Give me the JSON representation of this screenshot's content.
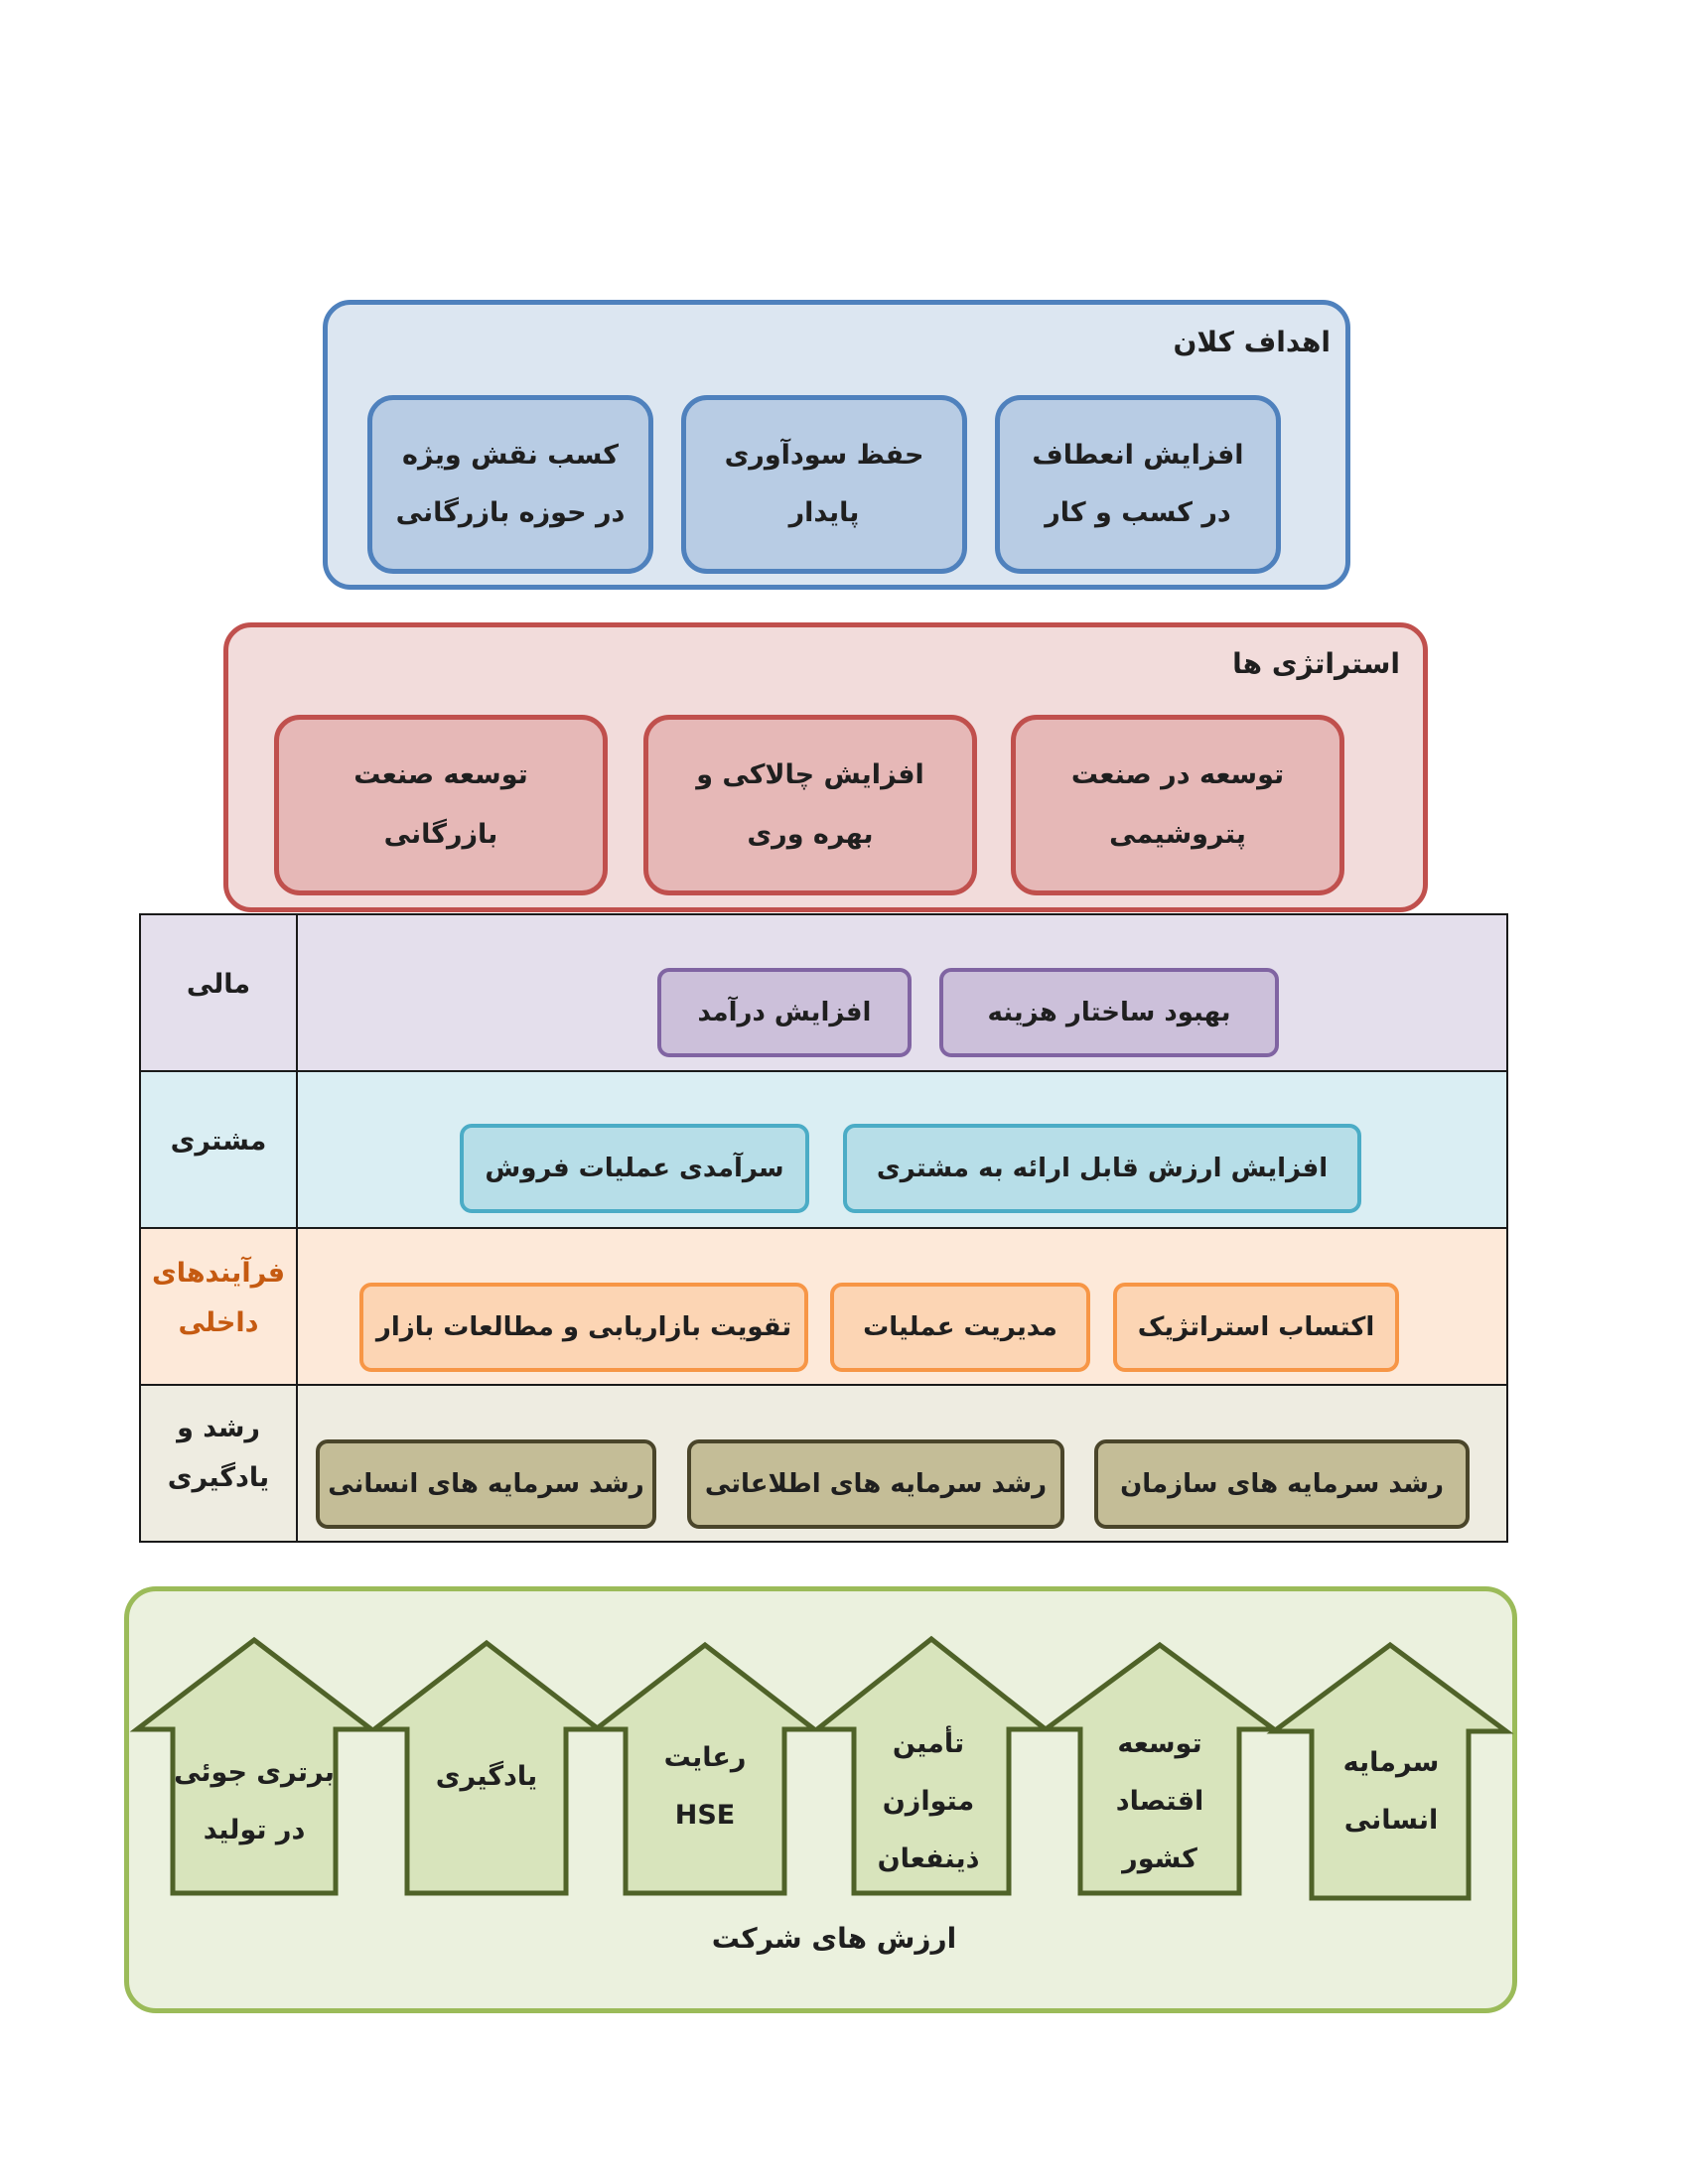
{
  "goals": {
    "title": "اهداف کلان",
    "items": [
      {
        "label": "کسب نقش ویژه در حوزه بازرگانی"
      },
      {
        "label": "حفظ سودآوری پایدار"
      },
      {
        "label": "افزایش انعطاف در کسب و کار"
      }
    ]
  },
  "strategies": {
    "title": "استراتژی ها",
    "items": [
      {
        "label": "توسعه صنعت بازرگانی"
      },
      {
        "label": "افزایش چالاکی و بهره وری"
      },
      {
        "label": "توسعه در صنعت پتروشیمی"
      }
    ]
  },
  "perspectives": {
    "financial": {
      "label": "مالی",
      "objectives": [
        "افزایش درآمد",
        "بهبود ساختار هزینه"
      ]
    },
    "customer": {
      "label": "مشتری",
      "objectives": [
        "سرآمدی عملیات فروش",
        "افزایش ارزش قابل ارائه به مشتری"
      ]
    },
    "internal": {
      "label": "فرآیندهای داخلی",
      "objectives": [
        "تقویت بازاریابی و مطالعات بازار",
        "مدیریت عملیات",
        "اکتساب استراتژیک"
      ]
    },
    "learning": {
      "label": "رشد و یادگیری",
      "objectives": [
        "رشد سرمایه های انسانی",
        "رشد سرمایه های اطلاعاتی",
        "رشد سرمایه های سازمان"
      ]
    }
  },
  "values": {
    "title": "ارزش های شرکت",
    "items": [
      {
        "label": "برتری جوئی در تولید"
      },
      {
        "label": "یادگیری"
      },
      {
        "label": "رعایت HSE"
      },
      {
        "label": "تأمین متوازن ذینفعان"
      },
      {
        "label": "توسعه اقتصاد کشور"
      },
      {
        "label": "سرمایه انسانی"
      }
    ]
  },
  "colors": {
    "goals_fill": "#dce6f1",
    "goals_border": "#4f81bd",
    "strategies_fill": "#f2dcdb",
    "strategies_border": "#c0504d",
    "financial_fill": "#e4dfec",
    "customer_fill": "#daeef3",
    "internal_fill": "#fde9d9",
    "internal_text": "#c55a11",
    "learning_fill": "#eeece1",
    "values_fill": "#ebf1de",
    "values_border": "#9bbb59",
    "house_fill": "#d8e4bc",
    "house_border": "#4f6228"
  }
}
